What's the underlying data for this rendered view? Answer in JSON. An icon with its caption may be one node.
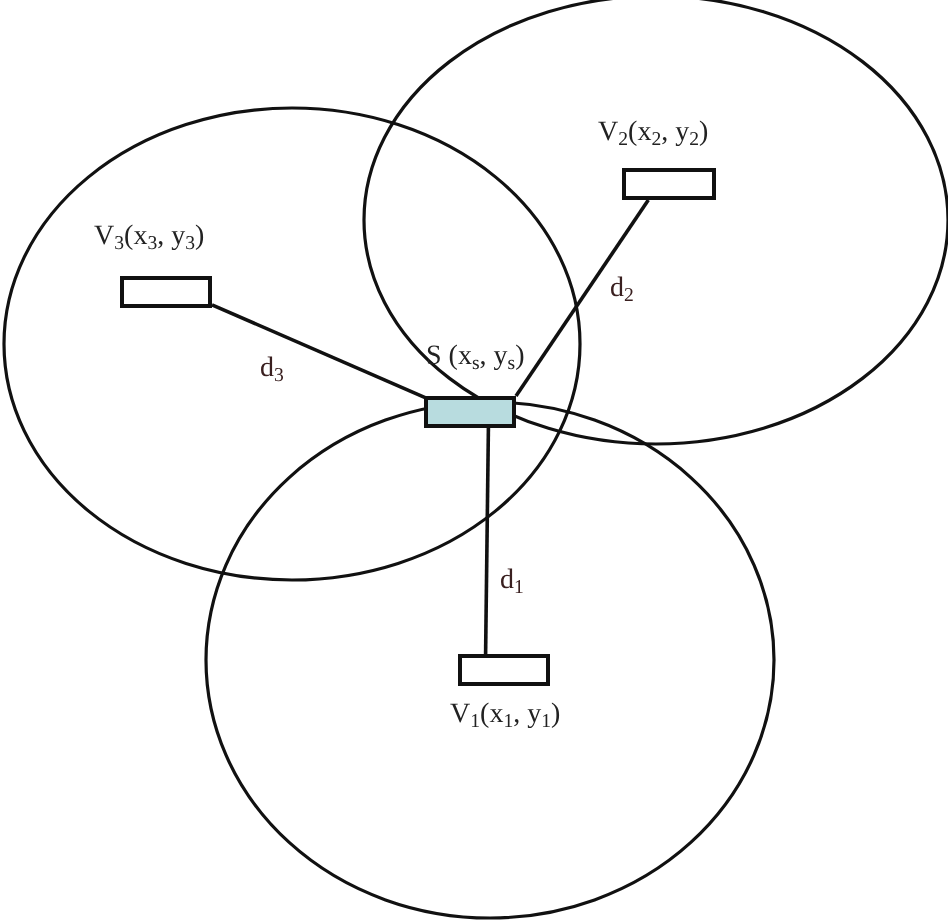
{
  "diagram": {
    "nodes": [
      {
        "text": [
          "S (x$_{s}$, y$_{s}$)"
        ]
      },
      {
        "text": [
          "V$_{1}$(x$_{1}$, y$_{1}$)"
        ]
      },
      {
        "text": [
          "V$_{2}$(x$_{2}$, y$_{2}$)"
        ]
      },
      {
        "text": [
          "V$_{3}$(x$_{3}$, y$_{3}$)"
        ]
      }
    ],
    "edges": [
      {
        "from": 0,
        "to": 1,
        "arrow": "none",
        "label": "d$_{1}$"
      },
      {
        "from": 0,
        "to": 2,
        "arrow": "none",
        "label": "d$_{2}$"
      },
      {
        "from": 0,
        "to": 3,
        "arrow": "none",
        "label": "d$_{3}$"
      }
    ]
  }
}
